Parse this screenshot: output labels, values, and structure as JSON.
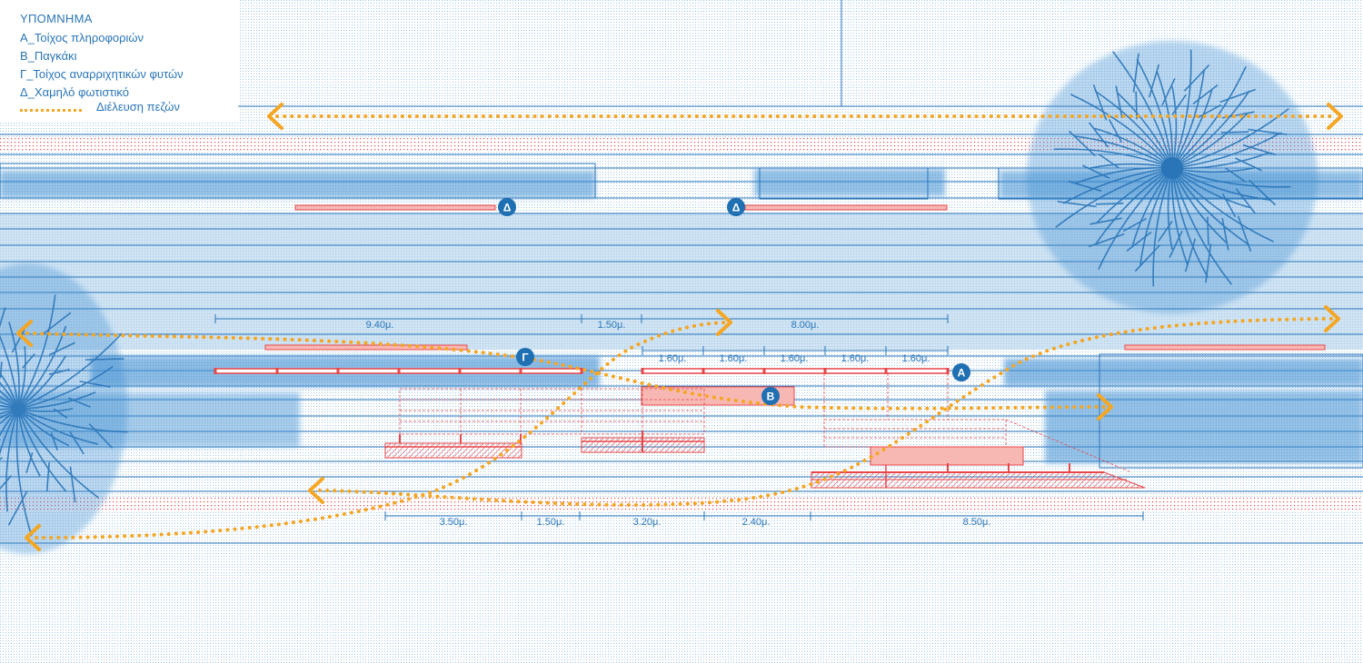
{
  "legend": {
    "title": "ΥΠΟΜΝΗΜΑ",
    "items": [
      "Α_Τοίχος πληροφοριών",
      "Β_Παγκάκι",
      "Γ_Τοίχος αναρριχητικών φυτών",
      "Δ_Χαμηλό φωτιστικό"
    ],
    "walk_label": "Διέλευση πεζών"
  },
  "markers": {
    "d1": "Δ",
    "d2": "Δ",
    "g": "Γ",
    "a": "Α",
    "b": "Β"
  },
  "dimensions": {
    "top": [
      "9.40μ.",
      "1.50μ.",
      "8.00μ."
    ],
    "modules": [
      "1.60μ.",
      "1.60μ.",
      "1.60μ.",
      "1.60μ.",
      "1.60μ."
    ],
    "bottom": [
      "3.50μ.",
      "1.50μ.",
      "3.20μ.",
      "2.40μ.",
      "8.50μ."
    ]
  },
  "colors": {
    "blue": "#2a75b8",
    "vegetation": "#3f8fd2",
    "red": "#e8474a",
    "red_fill": "#f7b8b4",
    "orange": "#f5a623"
  }
}
